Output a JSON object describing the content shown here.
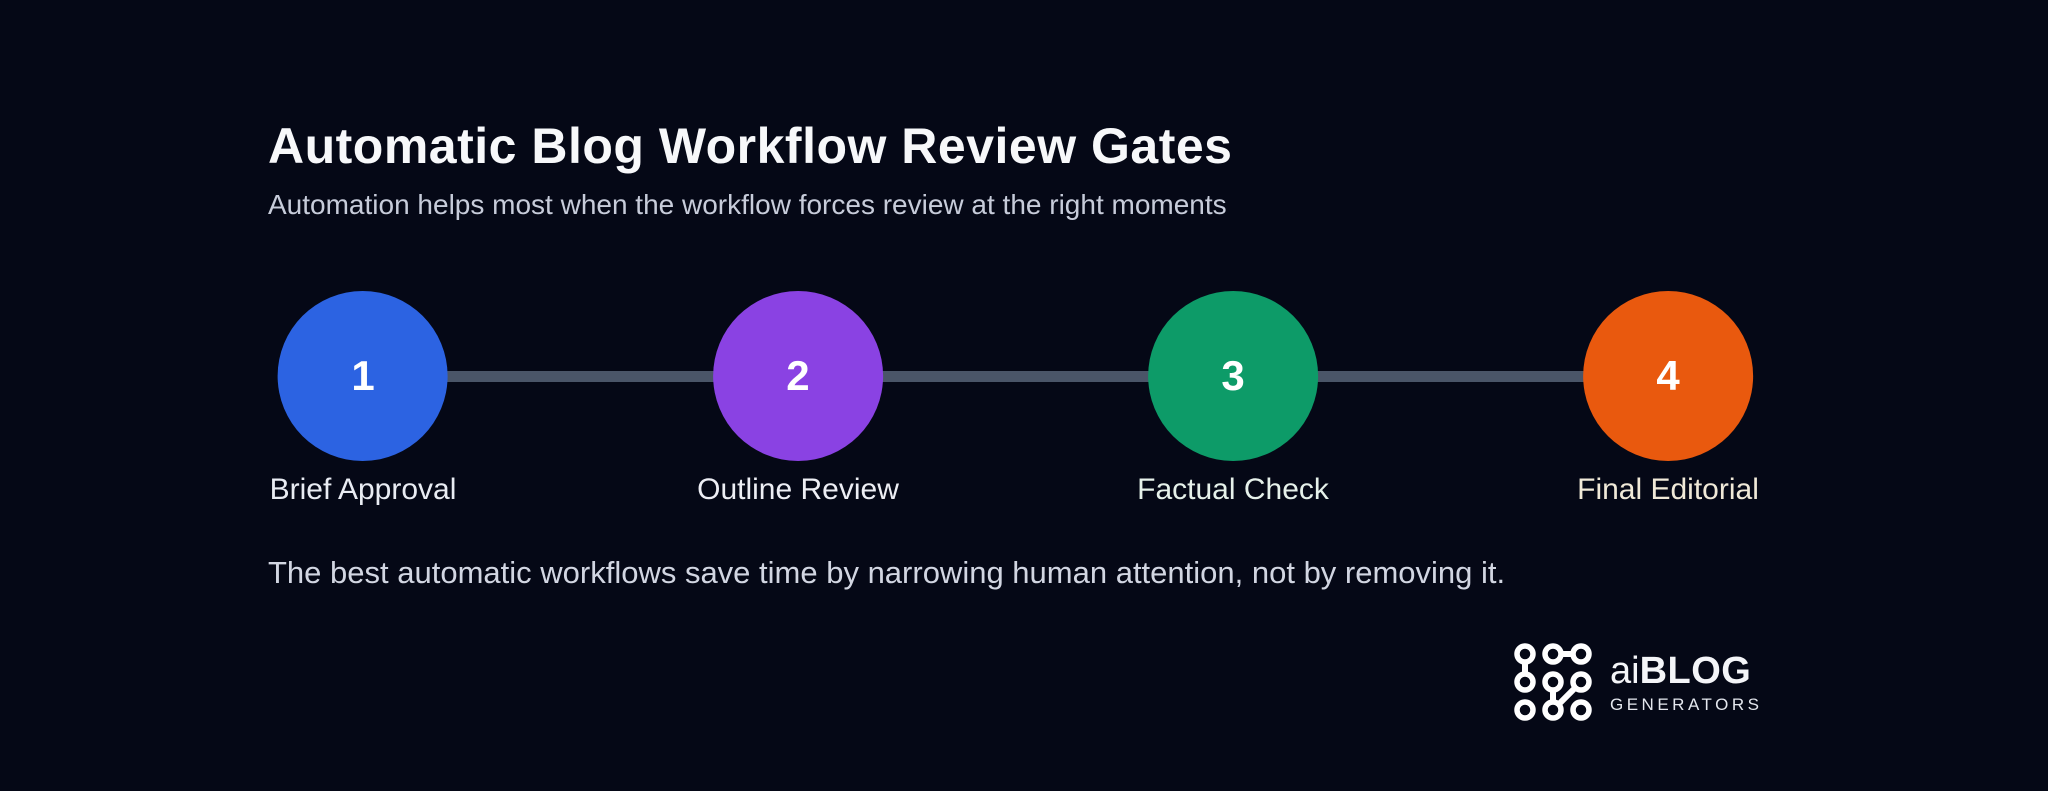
{
  "header": {
    "title": "Automatic Blog Workflow Review Gates",
    "subtitle": "Automation helps most when the workflow forces review at the right moments"
  },
  "workflow": {
    "connector_color": "#4a5568",
    "steps": [
      {
        "number": "1",
        "label": "Brief Approval",
        "color": "#2c63e2",
        "label_color": "#e9ecf3"
      },
      {
        "number": "2",
        "label": "Outline Review",
        "color": "#8a42e3",
        "label_color": "#edeef4"
      },
      {
        "number": "3",
        "label": "Factual Check",
        "color": "#0d9b68",
        "label_color": "#e6f1ea"
      },
      {
        "number": "4",
        "label": "Final Editorial",
        "color": "#e9590e",
        "label_color": "#f0e9d8"
      }
    ]
  },
  "footer": {
    "note": "The best automatic workflows save time by narrowing human attention, not by removing it."
  },
  "brand": {
    "name_light": "ai",
    "name_bold": "BLOG",
    "tagline": "GENERATORS",
    "icon": "node-graph-icon"
  },
  "colors": {
    "background": "#050816",
    "title": "#f7f8fa",
    "subtitle": "#c7ccda",
    "note": "#d2d6e2",
    "number_text": "#ffffff"
  }
}
